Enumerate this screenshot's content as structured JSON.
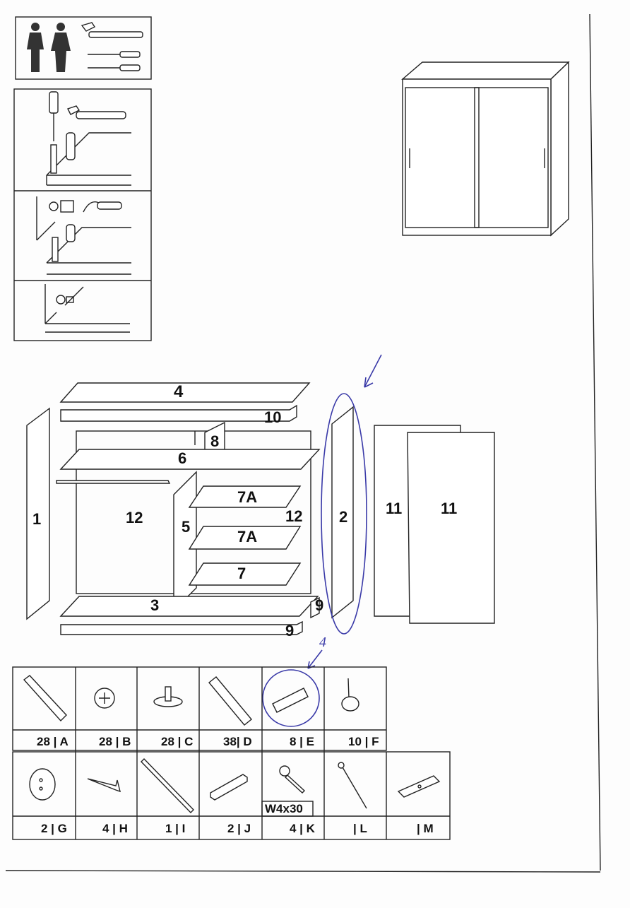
{
  "parts": {
    "p1": "1",
    "p2": "2",
    "p3": "3",
    "p4": "4",
    "p5": "5",
    "p6": "6",
    "p7": "7",
    "p7a_top": "7A",
    "p7a_mid": "7A",
    "p8": "8",
    "p9_front": "9",
    "p9_side": "9",
    "p10": "10",
    "p11_back": "11",
    "p11_front": "11",
    "p12_left": "12",
    "p12_right": "12"
  },
  "handwriting": {
    "note": "4"
  },
  "hardware": [
    {
      "qty": "28",
      "code": "A",
      "label": "28 | A"
    },
    {
      "qty": "28",
      "code": "B",
      "label": "28 | B"
    },
    {
      "qty": "28",
      "code": "C",
      "label": "28 | C"
    },
    {
      "qty": "38",
      "code": "D",
      "label": "38| D"
    },
    {
      "qty": "8",
      "code": "E",
      "label": "8 | E"
    },
    {
      "qty": "10",
      "code": "F",
      "label": "10 | F"
    },
    {
      "qty": "2",
      "code": "G",
      "label": "2 | G"
    },
    {
      "qty": "4",
      "code": "H",
      "label": "4 | H"
    },
    {
      "qty": "1",
      "code": "I",
      "label": "1 | I"
    },
    {
      "qty": "2",
      "code": "J",
      "label": "2 | J"
    },
    {
      "qty": "4",
      "code": "K",
      "label": "4 | K",
      "size": "W4x30"
    },
    {
      "qty": "",
      "code": "L",
      "label": "| L"
    },
    {
      "qty": "",
      "code": "M",
      "label": "| M"
    }
  ]
}
